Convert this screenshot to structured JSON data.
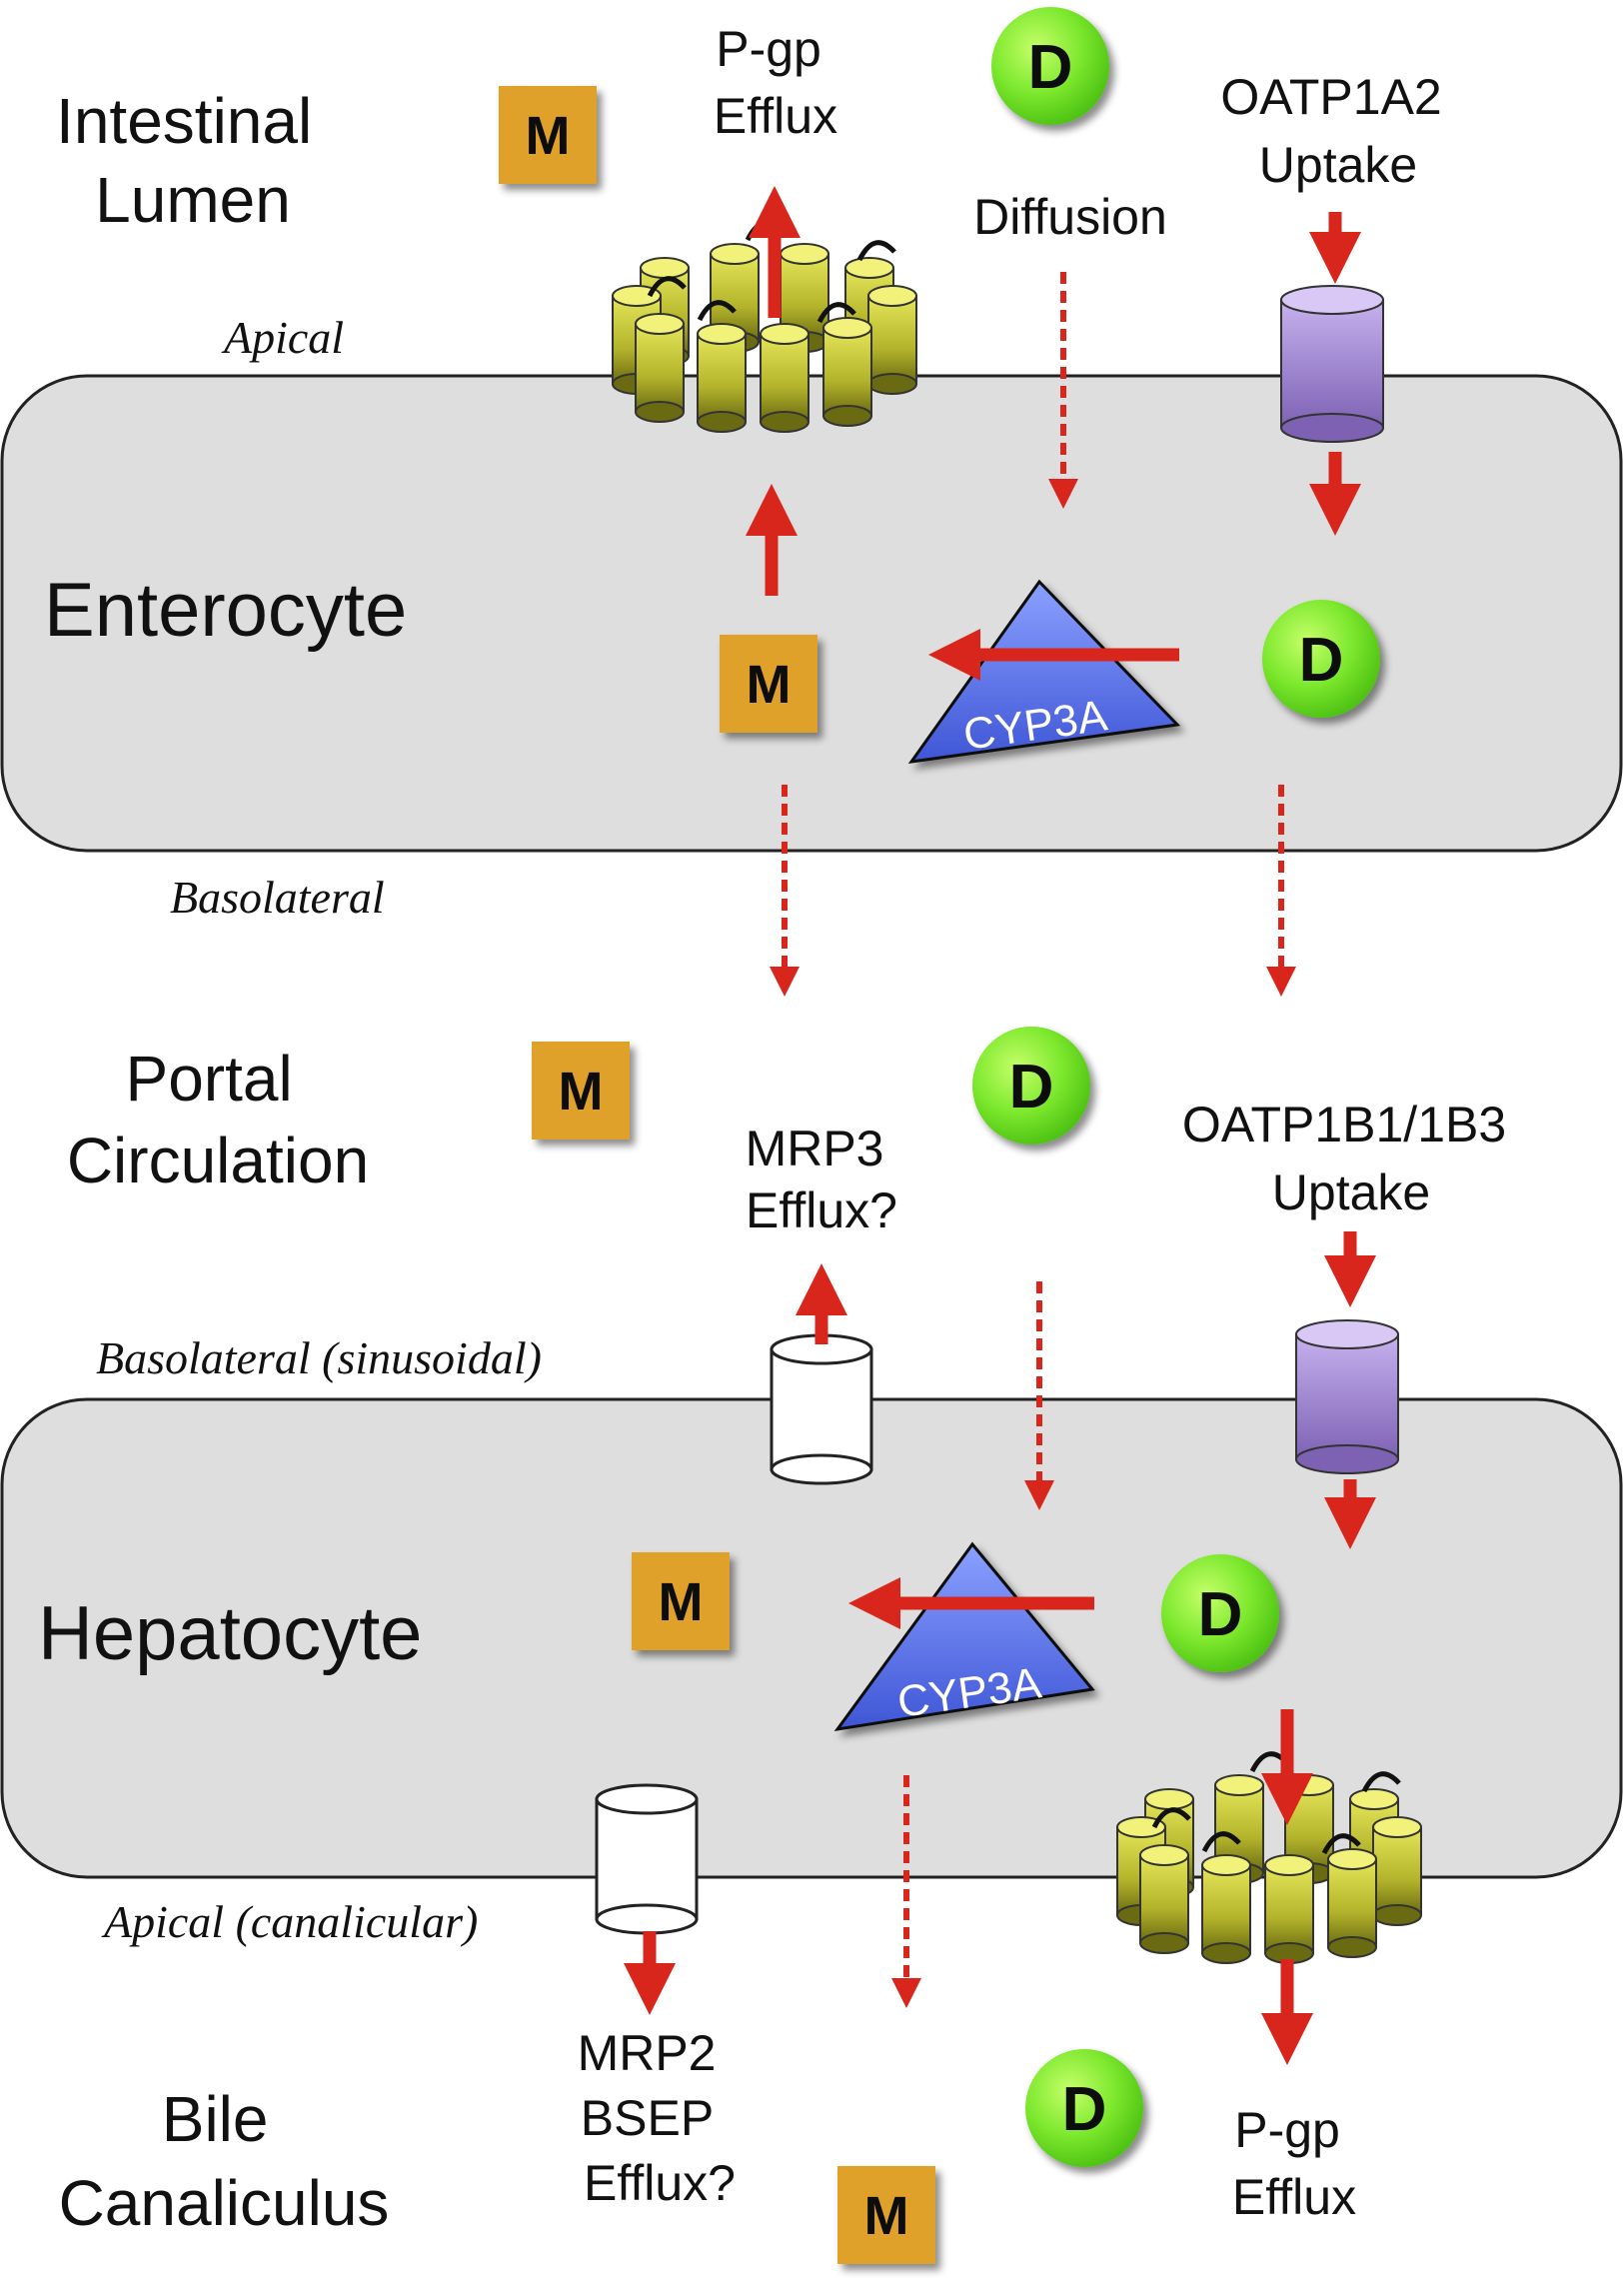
{
  "regions": {
    "lumen": [
      "Intestinal",
      "Lumen"
    ],
    "portal": [
      "Portal",
      "Circulation"
    ],
    "bile": [
      "Bile",
      "Canaliculus"
    ]
  },
  "cells": {
    "enterocyte": "Enterocyte",
    "hepatocyte": "Hepatocyte"
  },
  "membranes": {
    "enterocyte_apical": "Apical",
    "enterocyte_basolateral": "Basolateral",
    "hepatocyte_basolateral": "Basolateral (sinusoidal)",
    "hepatocyte_apical": "Apical (canalicular)"
  },
  "transporters": {
    "pgp_intestinal": [
      "P-gp",
      "Efflux"
    ],
    "oatp1a2": [
      "OATP1A2",
      "Uptake"
    ],
    "diffusion": "Diffusion",
    "mrp3": [
      "MRP3",
      "Efflux?"
    ],
    "oatp1b": [
      "OATP1B1/1B3",
      "Uptake"
    ],
    "mrp2_bsep": [
      "MRP2",
      "BSEP",
      "Efflux?"
    ],
    "pgp_hepatic": [
      "P-gp",
      "Efflux"
    ]
  },
  "enzymes": {
    "enterocyte_cyp": "CYP3A",
    "hepatocyte_cyp": "CYP3A"
  },
  "legend_symbols": {
    "metabolite": "M",
    "drug": "D"
  },
  "colors": {
    "cell_fill": "#dedede",
    "arrow": "#d9261c",
    "metabolite": "#e0a12a",
    "drug": "#7ce82d",
    "cyp": "#4a63e0",
    "oatp": "#a98ad8",
    "pgp": "#c8c83a"
  }
}
